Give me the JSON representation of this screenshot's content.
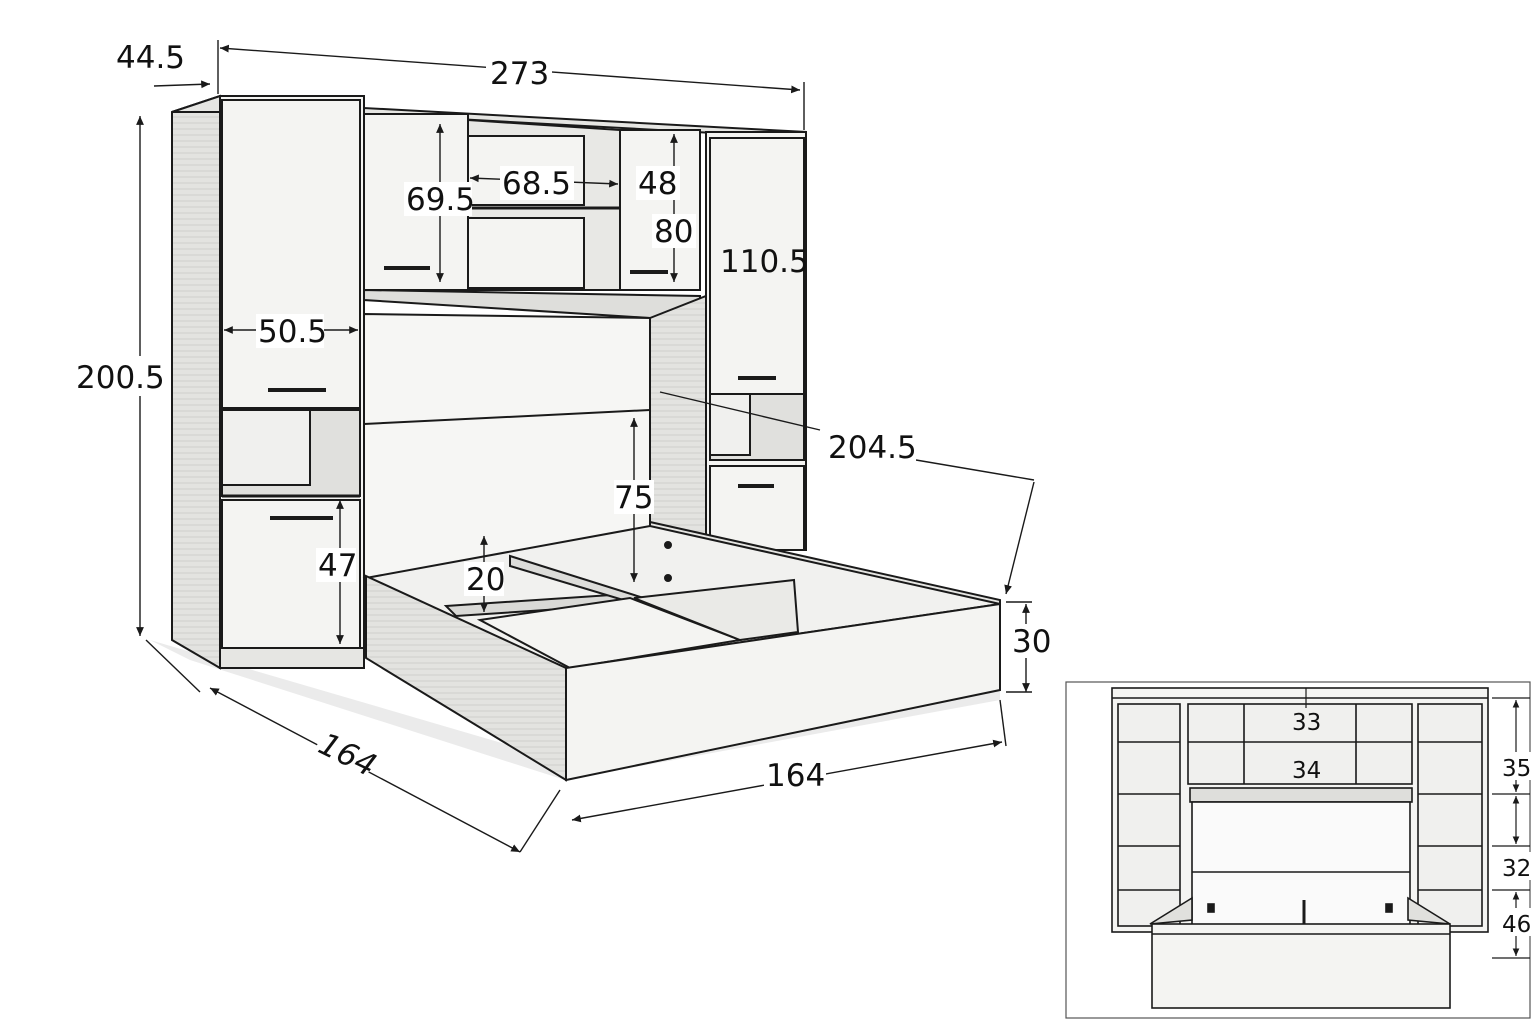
{
  "colors": {
    "ink": "#1a1a1a",
    "wood_light": "#f4f4f2",
    "wood_shade": "#d9d9d6",
    "wood_dark": "#bdbdb9",
    "floor_shadow": "#e8e8e8"
  },
  "main_view": {
    "labels": {
      "depth_top": "44.5",
      "width_total": "273",
      "height_total": "200.5",
      "upper_door_height": "69.5",
      "niche_width": "68.5",
      "niche_height": "48",
      "upper_right_height": "80",
      "right_column_height": "110.5",
      "column_width": "50.5",
      "bed_length": "204.5",
      "headboard_height": "75",
      "slat_depth": "20",
      "lower_door_height": "47",
      "bed_side_height": "30",
      "left_depth": "164",
      "bed_width": "164"
    }
  },
  "inset_view": {
    "labels": {
      "top_shelf_width": "33",
      "second_shelf_width": "34",
      "upper_height": "35",
      "middle_height": "32",
      "lower_height": "46"
    }
  }
}
